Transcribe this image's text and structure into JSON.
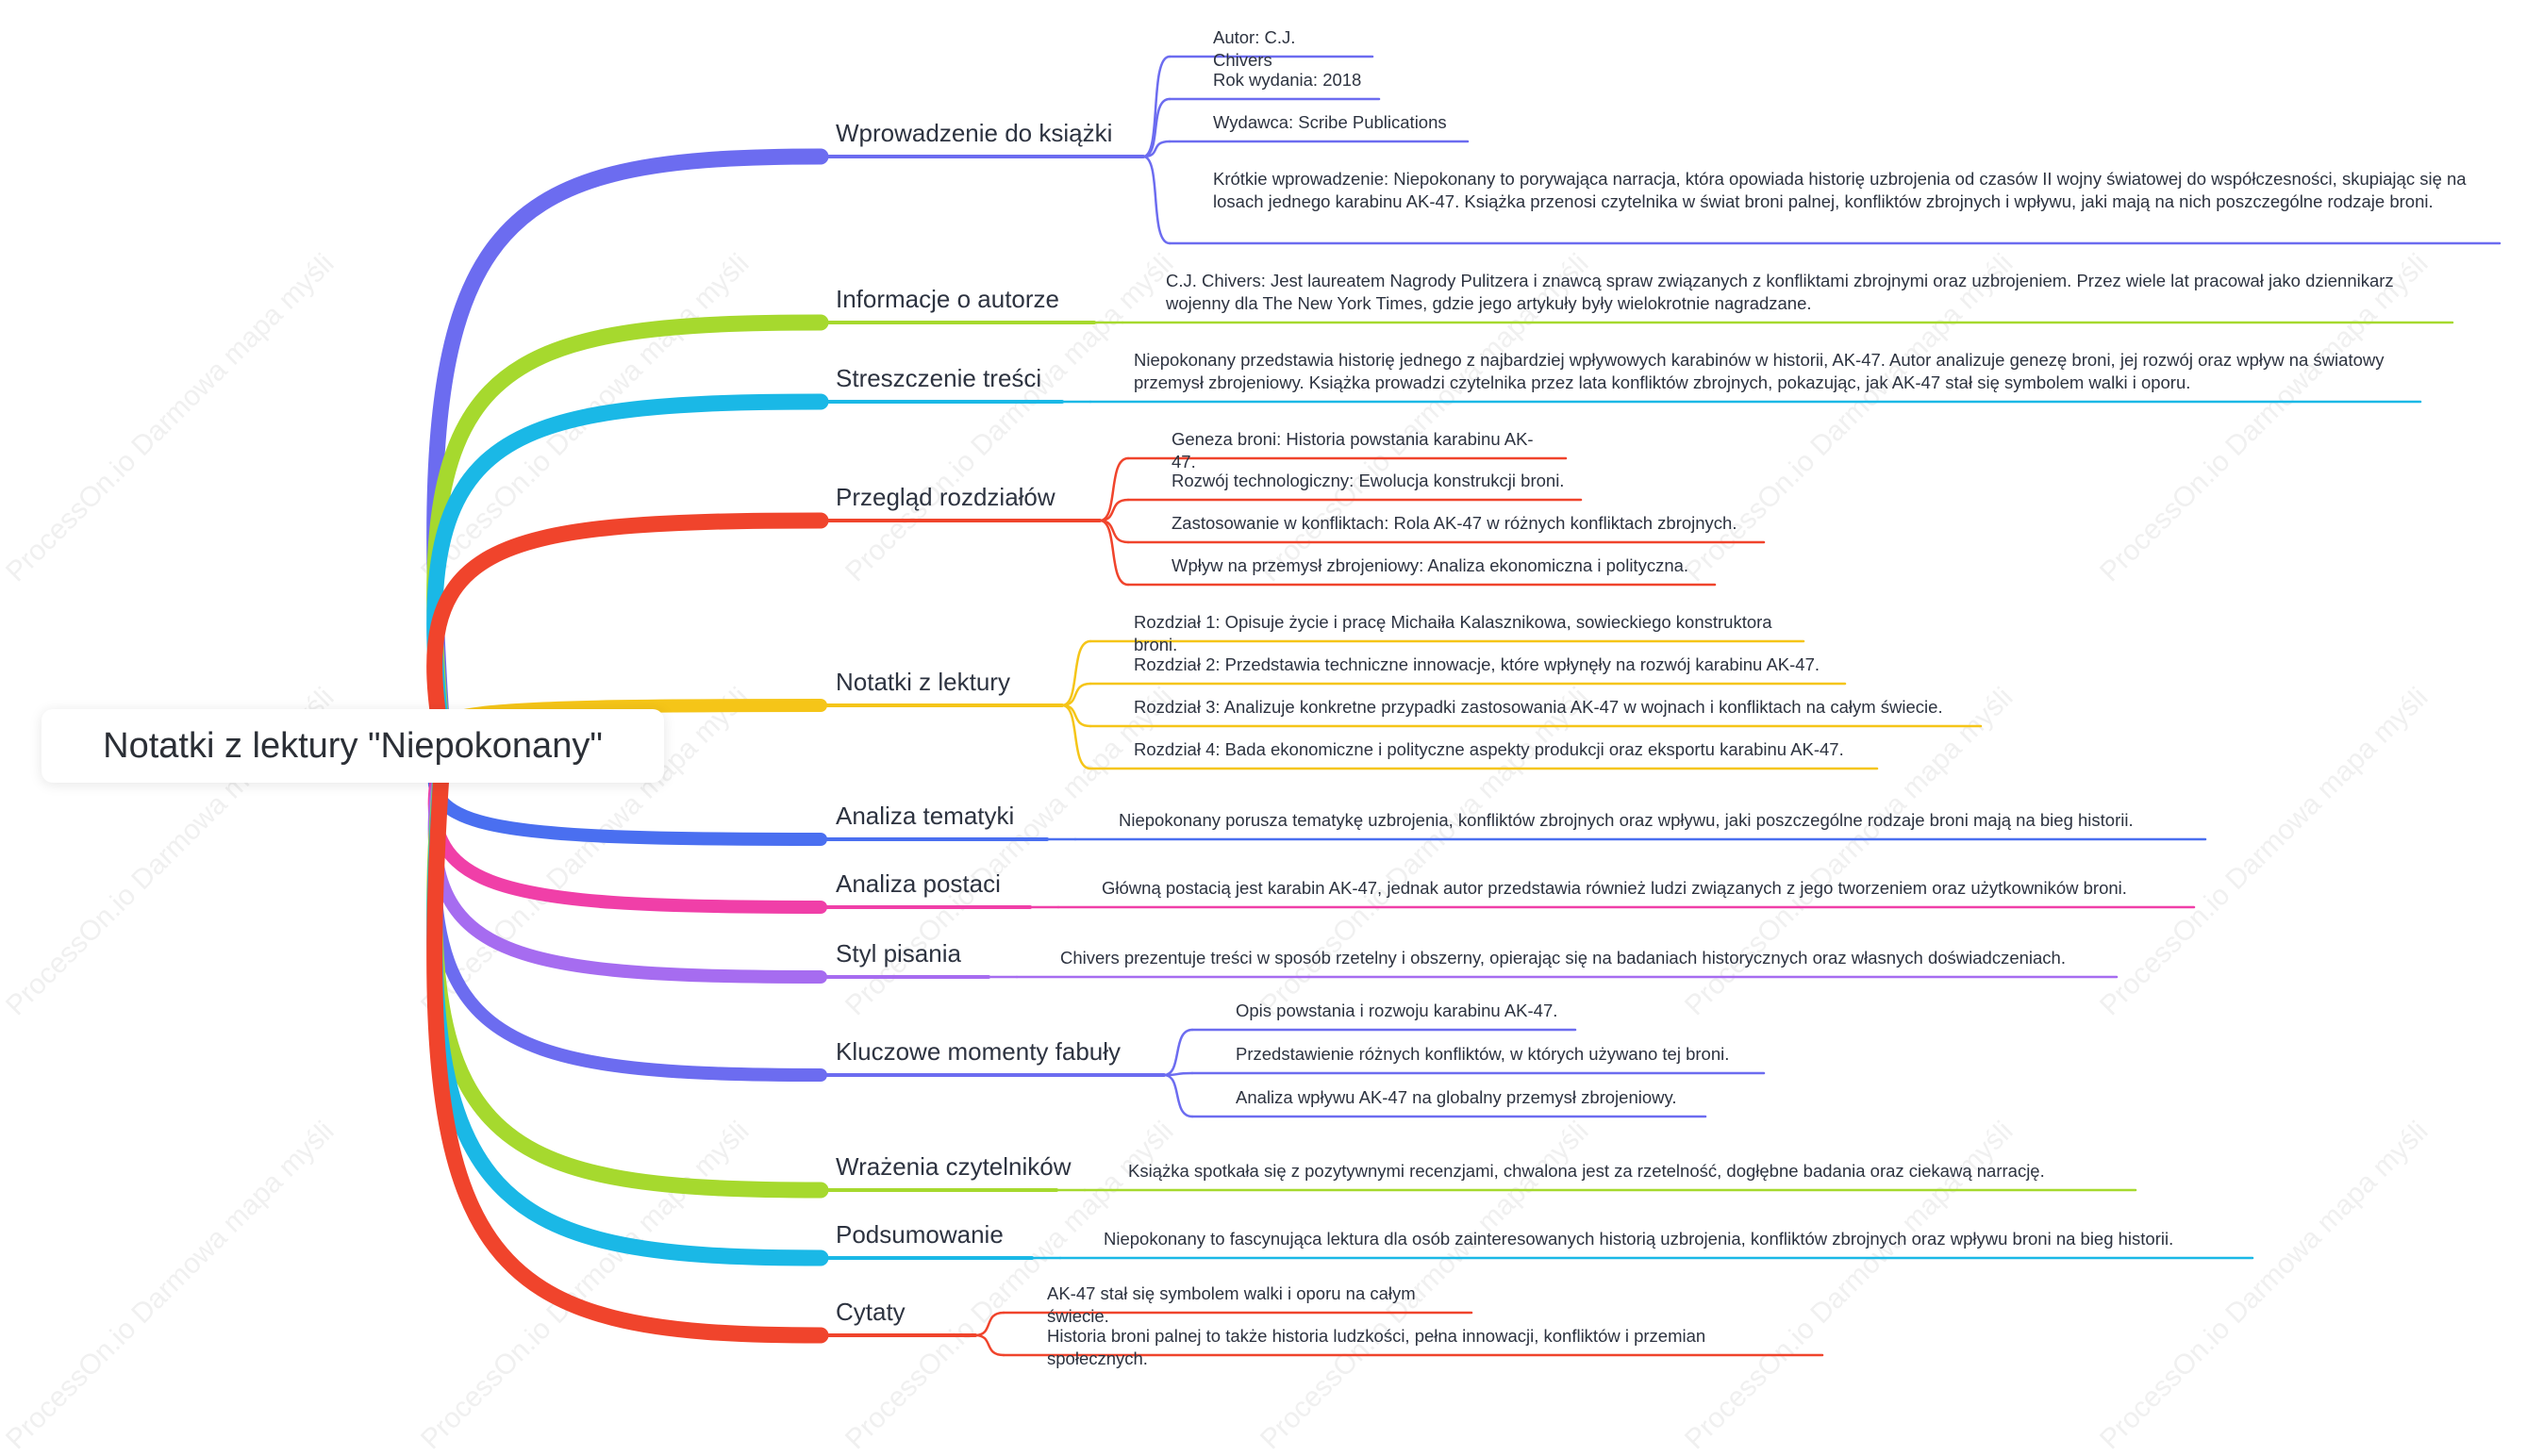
{
  "root": {
    "title": "Notatki z lektury \"Niepokonany\""
  },
  "watermark": "ProcessOn.io Darmowa mapa myśli",
  "branches": [
    {
      "label": "Wprowadzenie do książki",
      "color": "#6c6cf0",
      "leaves": [
        "Autor: C.J. Chivers",
        "Rok wydania: 2018",
        "Wydawca: Scribe Publications",
        "Krótkie wprowadzenie: Niepokonany to porywająca narracja, która opowiada historię uzbrojenia od czasów II wojny światowej do współczesności, skupiając się na losach jednego karabinu AK-47. Książka przenosi czytelnika w świat broni palnej, konfliktów zbrojnych i wpływu, jaki mają na nich poszczególne rodzaje broni."
      ]
    },
    {
      "label": "Informacje o autorze",
      "color": "#a6d92e",
      "leaves": [
        "C.J. Chivers: Jest laureatem Nagrody Pulitzera i znawcą spraw związanych z konfliktami zbrojnymi oraz uzbrojeniem. Przez wiele lat pracował jako dziennikarz wojenny dla The New York Times, gdzie jego artykuły były wielokrotnie nagradzane."
      ]
    },
    {
      "label": "Streszczenie treści",
      "color": "#1ab8e6",
      "leaves": [
        "Niepokonany przedstawia historię jednego z najbardziej wpływowych karabinów w historii, AK-47. Autor analizuje genezę broni, jej rozwój oraz wpływ na światowy przemysł zbrojeniowy. Książka prowadzi czytelnika przez lata konfliktów zbrojnych, pokazując, jak AK-47 stał się symbolem walki i oporu."
      ]
    },
    {
      "label": "Przegląd rozdziałów",
      "color": "#f0442c",
      "leaves": [
        "Geneza broni: Historia powstania karabinu AK-47.",
        "Rozwój technologiczny: Ewolucja konstrukcji broni.",
        "Zastosowanie w konfliktach: Rola AK-47 w różnych konfliktach zbrojnych.",
        "Wpływ na przemysł zbrojeniowy: Analiza ekonomiczna i polityczna."
      ]
    },
    {
      "label": "Notatki z lektury",
      "color": "#f5c518",
      "leaves": [
        "Rozdział 1: Opisuje życie i pracę Michaiła Kalasznikowa, sowieckiego konstruktora broni.",
        "Rozdział 2: Przedstawia techniczne innowacje, które wpłynęły na rozwój karabinu AK-47.",
        "Rozdział 3: Analizuje konkretne przypadki zastosowania AK-47 w wojnach i konfliktach na całym świecie.",
        "Rozdział 4: Bada ekonomiczne i polityczne aspekty produkcji oraz eksportu karabinu AK-47."
      ]
    },
    {
      "label": "Analiza tematyki",
      "color": "#4a6ff0",
      "leaves": [
        "Niepokonany porusza tematykę uzbrojenia, konfliktów zbrojnych oraz wpływu, jaki poszczególne rodzaje broni mają na bieg historii."
      ]
    },
    {
      "label": "Analiza postaci",
      "color": "#f03fa8",
      "leaves": [
        "Główną postacią jest karabin AK-47, jednak autor przedstawia również ludzi związanych z jego tworzeniem oraz użytkowników broni."
      ]
    },
    {
      "label": "Styl pisania",
      "color": "#a66cf0",
      "leaves": [
        "Chivers prezentuje treści w sposób rzetelny i obszerny, opierając się na badaniach historycznych oraz własnych doświadczeniach."
      ]
    },
    {
      "label": "Kluczowe momenty fabuły",
      "color": "#6c6cf0",
      "leaves": [
        "Opis powstania i rozwoju karabinu AK-47.",
        "Przedstawienie różnych konfliktów, w których używano tej broni.",
        "Analiza wpływu AK-47 na globalny przemysł zbrojeniowy."
      ]
    },
    {
      "label": "Wrażenia czytelników",
      "color": "#a6d92e",
      "leaves": [
        "Książka spotkała się z pozytywnymi recenzjami, chwalona jest za rzetelność, dogłębne badania oraz ciekawą narrację."
      ]
    },
    {
      "label": "Podsumowanie",
      "color": "#1ab8e6",
      "leaves": [
        "Niepokonany to fascynująca lektura dla osób zainteresowanych historią uzbrojenia, konfliktów zbrojnych oraz wpływu broni na bieg historii."
      ]
    },
    {
      "label": "Cytaty",
      "color": "#f0442c",
      "leaves": [
        "AK-47 stał się symbolem walki i oporu na całym świecie.",
        "Historia broni palnej to także historia ludzkości, pełna innowacji, konfliktów i przemian społecznych."
      ]
    }
  ]
}
